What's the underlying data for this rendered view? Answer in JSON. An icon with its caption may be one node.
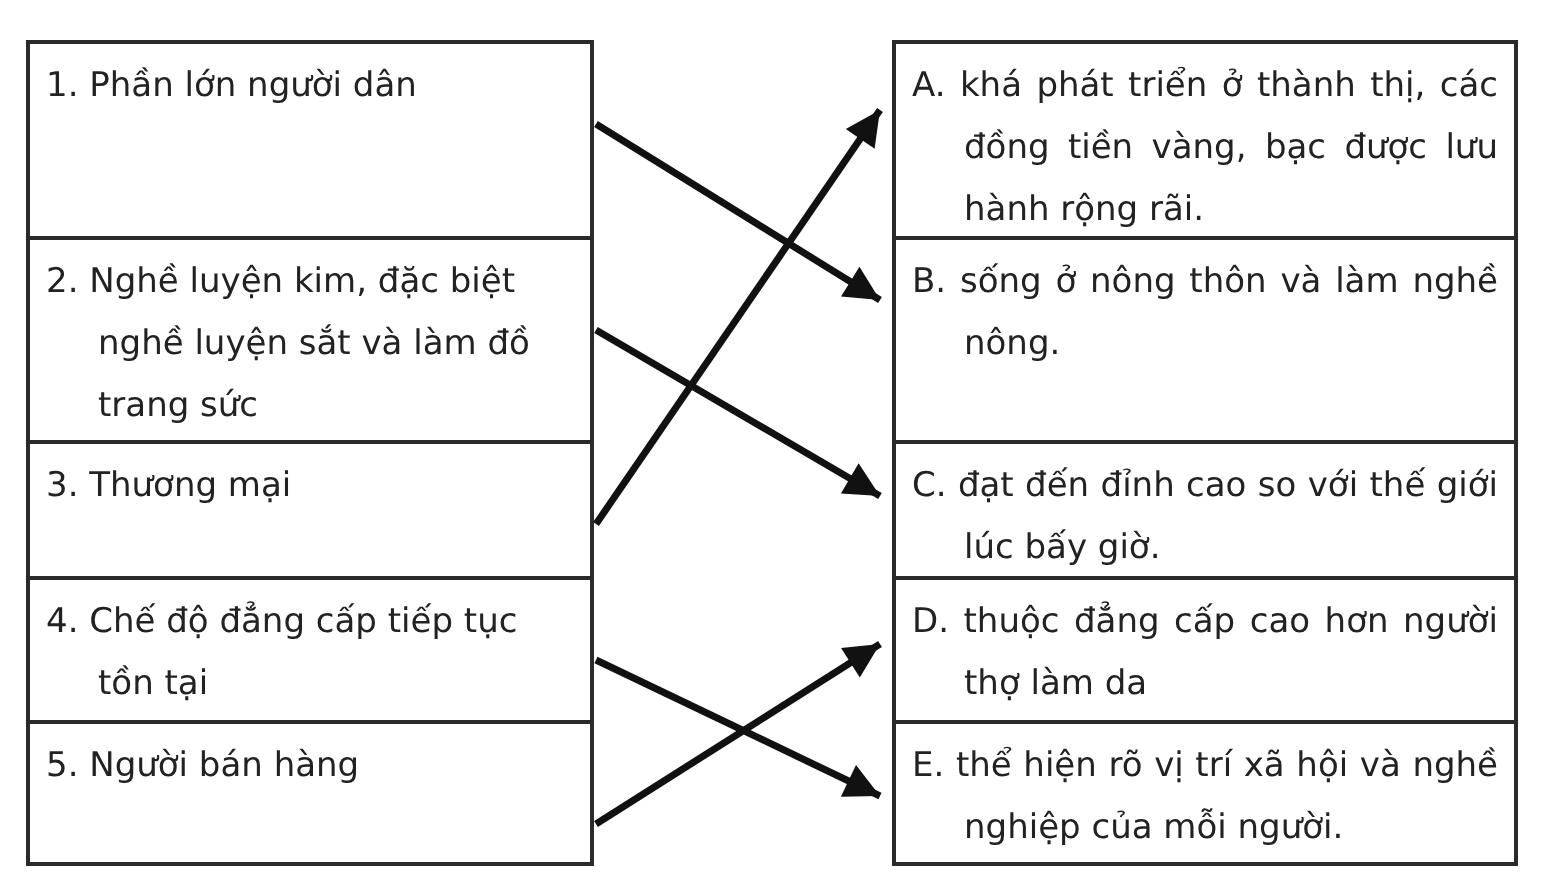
{
  "diagram": {
    "nodes": [
      {
        "text": [
          "1. Phần lớn người dân"
        ]
      },
      {
        "text": [
          "2. Nghề luyện kim, đặc biệt nghề luyện sắt và làm đồ trang sức"
        ]
      },
      {
        "text": [
          "3. Thương mại"
        ]
      },
      {
        "text": [
          "4. Chế độ đẳng cấp tiếp tục tồn tại"
        ]
      },
      {
        "text": [
          "5. Người bán hàng"
        ]
      },
      {
        "text": [
          "A. khá phát triển ở thành thị, các đồng tiền vàng, bạc được lưu hành rộng rãi."
        ]
      },
      {
        "text": [
          "B. sống ở nông thôn và làm nghề nông."
        ]
      },
      {
        "text": [
          "C. đạt đến đỉnh cao so với thế giới lúc bấy giờ."
        ]
      },
      {
        "text": [
          "D. thuộc đẳng cấp cao hơn người thợ làm da"
        ]
      },
      {
        "text": [
          "E. thể hiện rõ vị trí xã hội và nghề nghiệp của mỗi người."
        ]
      }
    ],
    "edges": [
      {
        "from": 0,
        "to": 6,
        "arrow": "to"
      },
      {
        "from": 1,
        "to": 7,
        "arrow": "to"
      },
      {
        "from": 2,
        "to": 5,
        "arrow": "to"
      },
      {
        "from": 3,
        "to": 9,
        "arrow": "to"
      },
      {
        "from": 4,
        "to": 8,
        "arrow": "to"
      }
    ]
  }
}
